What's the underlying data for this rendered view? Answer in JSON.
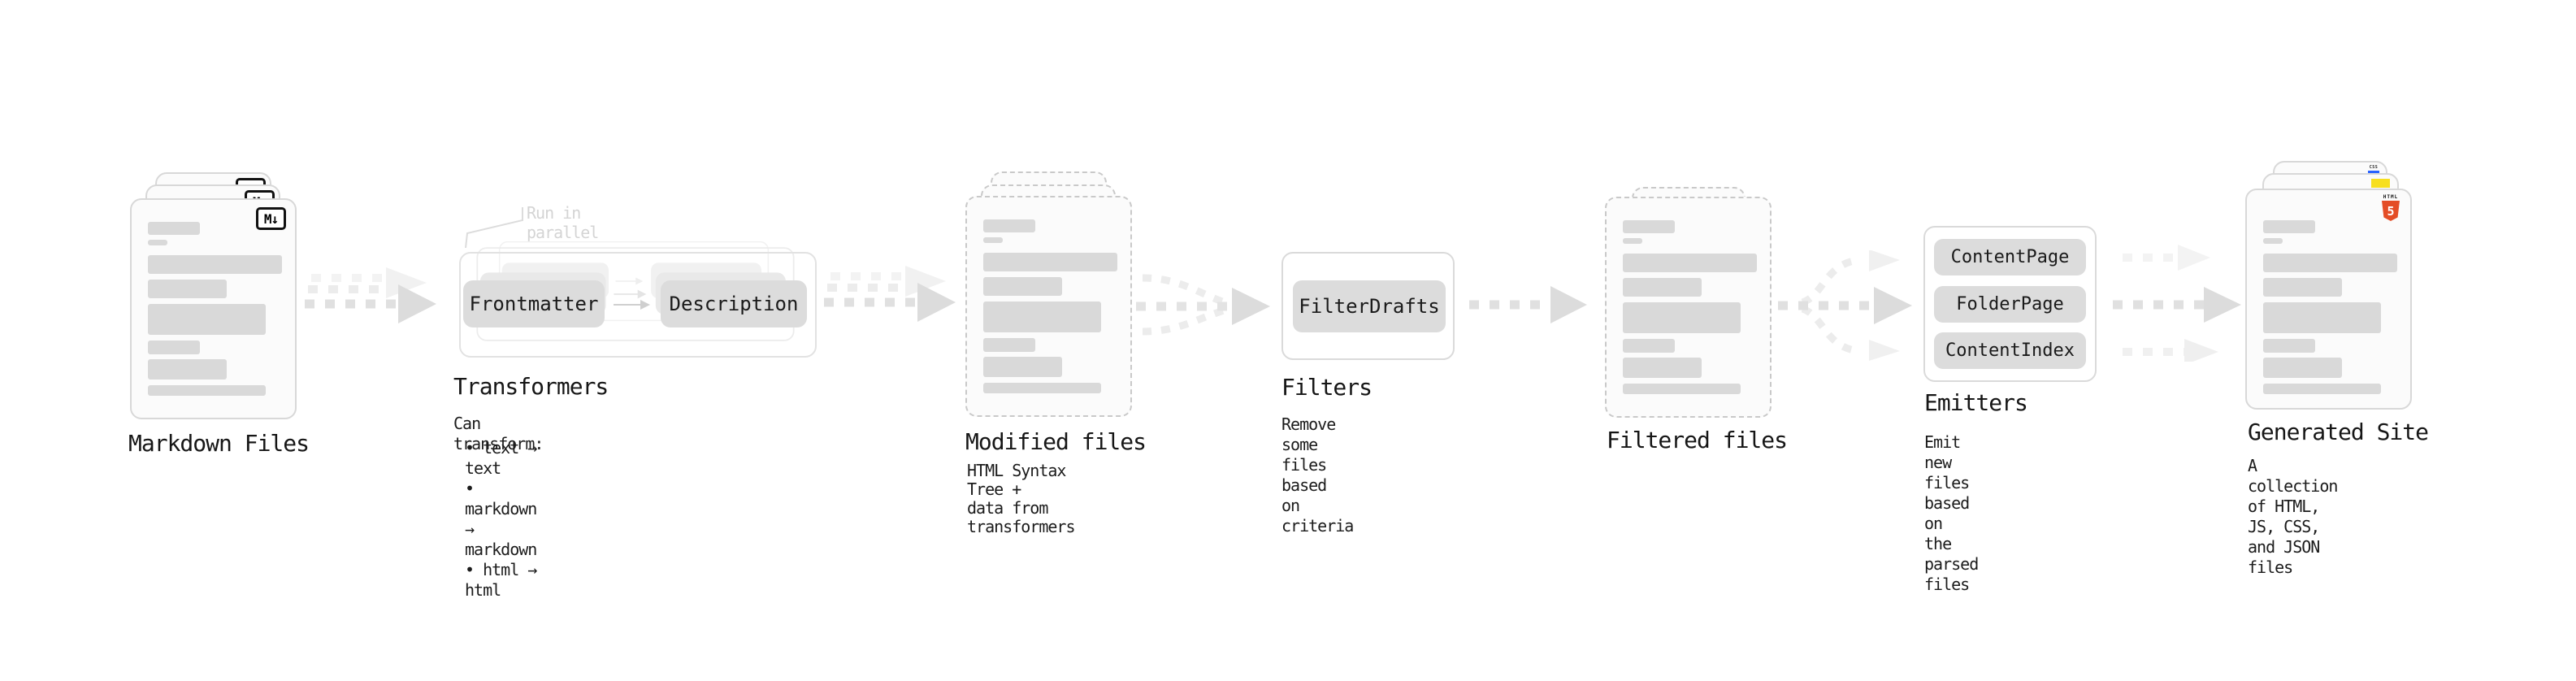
{
  "colors": {
    "bg": "#ffffff",
    "text": "#1a1a1a",
    "muted": "#d4d4d4",
    "card_bg": "#fbfbfb",
    "card_border": "#d8d8d8",
    "dashed_border": "#c9c9c9",
    "bar": "#d9d9d9",
    "node_bg": "#dcdcdc",
    "node_bg_back": "#e9e9e9",
    "node_bg_back2": "#f1f1f1",
    "box_border": "#e2e2e2",
    "arrow": "#e0e0e0",
    "arrow_head": "#dcdcdc",
    "arrow_light": "#ececec",
    "arrow_lighter": "#f3f3f3",
    "html5_orange": "#e44d26",
    "js_yellow": "#f7df1e",
    "css_blue": "#2962ff",
    "badge_border": "#111111"
  },
  "icons": {
    "markdown": "M↓",
    "html5_label": "HTML",
    "html5_five": "5",
    "css_label": "CSS"
  },
  "stages": [
    {
      "title": "Markdown Files"
    },
    {
      "title": "Transformers",
      "subtitle": "Can transform:",
      "bullets": [
        "text → text",
        "markdown → markdown",
        "html → html"
      ],
      "annotation": "Run in parallel",
      "nodes": [
        "Frontmatter",
        "Description"
      ]
    },
    {
      "title": "Modified files",
      "subtitle": "HTML Syntax Tree +\ndata from transformers"
    },
    {
      "title": "Filters",
      "subtitle": "Remove some files based\non criteria",
      "nodes": [
        "FilterDrafts"
      ]
    },
    {
      "title": "Filtered files"
    },
    {
      "title": "Emitters",
      "subtitle": "Emit new files based on\nthe parsed files",
      "nodes": [
        "ContentPage",
        "FolderPage",
        "ContentIndex"
      ]
    },
    {
      "title": "Generated Site",
      "subtitle": "A collection of HTML,\nJS, CSS, and JSON files"
    }
  ]
}
